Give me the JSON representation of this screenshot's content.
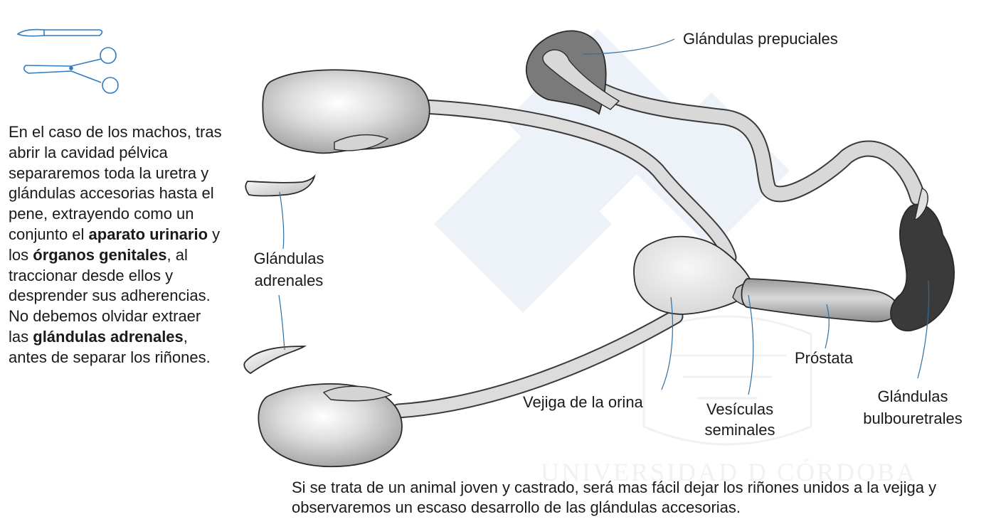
{
  "intro": {
    "p1": "En el caso de los machos, tras abrir la cavidad pélvica separaremos toda la uretra y glándulas accesorias hasta el pene, extrayendo como un conjunto el ",
    "b1": "aparato urinario",
    "p2": " y los ",
    "b2": "órganos genitales",
    "p3": ", al traccionar desde ellos y desprender sus adherencias. No debemos olvidar extraer las ",
    "b3": "glándulas adrenales",
    "p4": ", antes de separar los riñones."
  },
  "labels": {
    "glandulas_prepuciales": "Glándulas prepuciales",
    "glandulas_adrenales_l1": "Glándulas",
    "glandulas_adrenales_l2": "adrenales",
    "vejiga": "Vejiga de la orina",
    "vesiculas_l1": "Vesículas",
    "vesiculas_l2": "seminales",
    "prostata": "Próstata",
    "bulbouretrales_l1": "Glándulas",
    "bulbouretrales_l2": "bulbouretrales"
  },
  "watermark": {
    "text": "UNIVERSIDAD D CÓRDOBA"
  },
  "footnote": "Si se trata de un animal joven y castrado, será mas fácil dejar los riñones unidos a la vejiga y observaremos un escaso desarrollo de las glándulas accesorias.",
  "icons": [
    "scalpel-icon",
    "scissors-icon"
  ],
  "colors": {
    "leader_line": "#2e6fa3",
    "icon_stroke": "#2e7bbf",
    "kidney": "#c9c9c9",
    "prepucial_gland": "#7a7a7a",
    "bulbourethral_gland": "#3a3a3a",
    "watermark": "#edf2f8"
  }
}
